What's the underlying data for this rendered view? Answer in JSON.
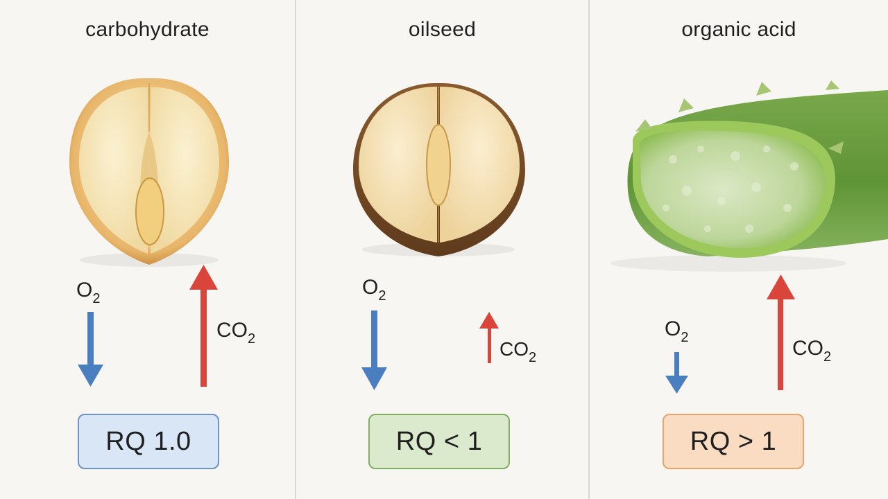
{
  "panels": [
    {
      "title": "carbohydrate",
      "o2": {
        "base": "O",
        "sub": "2"
      },
      "co2": {
        "base": "CO",
        "sub": "2"
      },
      "rq": "RQ 1.0",
      "color": "#d8e6f6"
    },
    {
      "title": "oilseed",
      "o2": {
        "base": "O",
        "sub": "2"
      },
      "co2": {
        "base": "CO",
        "sub": "2"
      },
      "rq": "RQ < 1",
      "color": "#dbe9cd"
    },
    {
      "title": "organic acid",
      "o2": {
        "base": "O",
        "sub": "2"
      },
      "co2": {
        "base": "CO",
        "sub": "2"
      },
      "rq": "RQ > 1",
      "color": "#f9dcc1"
    }
  ],
  "colors": {
    "o2_arrow": "#4a7fbf",
    "co2_arrow": "#d9453a"
  }
}
